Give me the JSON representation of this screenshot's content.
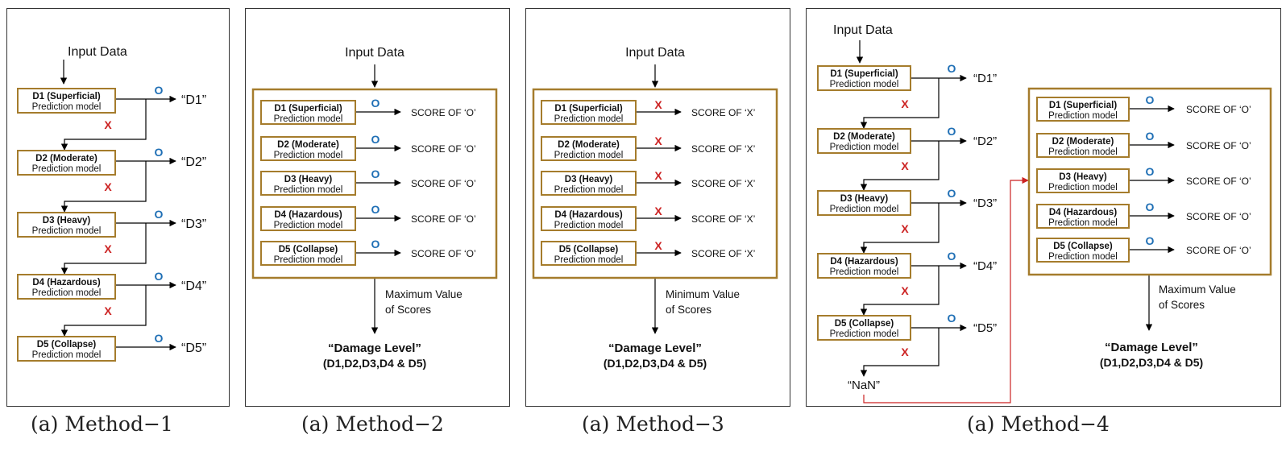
{
  "input_label": "Input Data",
  "mark_o": "O",
  "mark_x": "X",
  "colors": {
    "box_border": "#a57c2c",
    "mark_o": "#1f6fb5",
    "mark_x": "#cc2222",
    "red_line": "#cc2222",
    "line": "#000000"
  },
  "models": [
    {
      "name": "D1 (Superficial)",
      "sub": "Prediction model",
      "result": "“D1”"
    },
    {
      "name": "D2 (Moderate)",
      "sub": "Prediction model",
      "result": "“D2”"
    },
    {
      "name": "D3 (Heavy)",
      "sub": "Prediction model",
      "result": "“D3”"
    },
    {
      "name": "D4 (Hazardous)",
      "sub": "Prediction model",
      "result": "“D4”"
    },
    {
      "name": "D5 (Collapse)",
      "sub": "Prediction model",
      "result": "“D5”"
    }
  ],
  "score_o": "SCORE OF ‘O’",
  "score_x": "SCORE OF ‘X’",
  "max_value": [
    "Maximum Value",
    "of Scores"
  ],
  "min_value": [
    "Minimum Value",
    "of Scores"
  ],
  "damage_level": [
    "“Damage Level”",
    "(D1,D2,D3,D4 & D5)"
  ],
  "nan_label": "“NaN”",
  "captions": [
    "(a) Method−1",
    "(a) Method−2",
    "(a) Method−3",
    "(a) Method−4"
  ]
}
